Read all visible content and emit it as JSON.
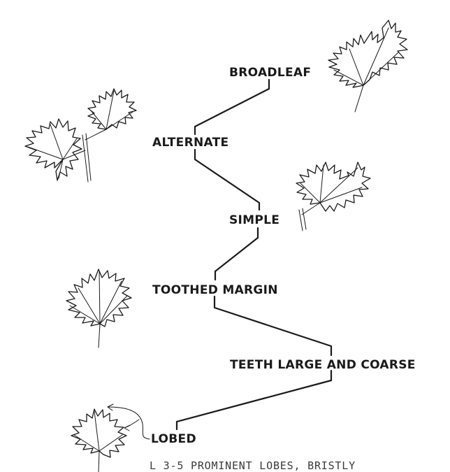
{
  "key": {
    "steps": [
      {
        "id": "broadleaf",
        "label": "BROADLEAF"
      },
      {
        "id": "alternate",
        "label": "ALTERNATE"
      },
      {
        "id": "simple",
        "label": "SIMPLE"
      },
      {
        "id": "toothed",
        "label": "TOOTHED MARGIN"
      },
      {
        "id": "teeth",
        "label": "TEETH LARGE AND COARSE"
      },
      {
        "id": "lobed",
        "label": "LOBED"
      }
    ],
    "footnote": "L  3-5 PROMINENT  LOBES, BRISTLY"
  }
}
